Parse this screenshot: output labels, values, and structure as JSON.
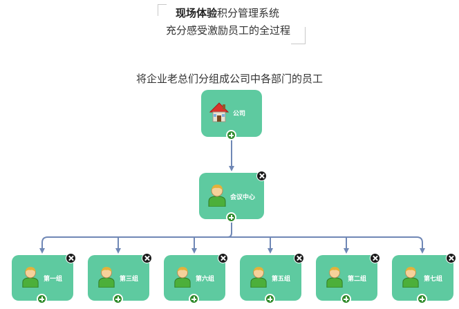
{
  "header": {
    "title_bold": "现场体验",
    "title_rest": "积分管理系统",
    "tagline": "充分感受激励员工的全过程"
  },
  "subtitle": "将企业老总们分组成公司中各部门的员工",
  "colors": {
    "node_fill": "#5ecaa0",
    "connector": "#6f87b5",
    "add_button": "#2f8a2a",
    "remove_button": "#1a1a1a"
  },
  "org": {
    "root": {
      "label": "公司",
      "icon": "house-icon"
    },
    "center": {
      "label": "会议中心",
      "icon": "user-icon"
    },
    "groups": [
      {
        "label": "第一组",
        "icon": "user-icon"
      },
      {
        "label": "第三组",
        "icon": "user-icon"
      },
      {
        "label": "第六组",
        "icon": "user-icon"
      },
      {
        "label": "第五组",
        "icon": "user-icon"
      },
      {
        "label": "第二组",
        "icon": "user-icon"
      },
      {
        "label": "第七组",
        "icon": "user-icon"
      }
    ]
  }
}
